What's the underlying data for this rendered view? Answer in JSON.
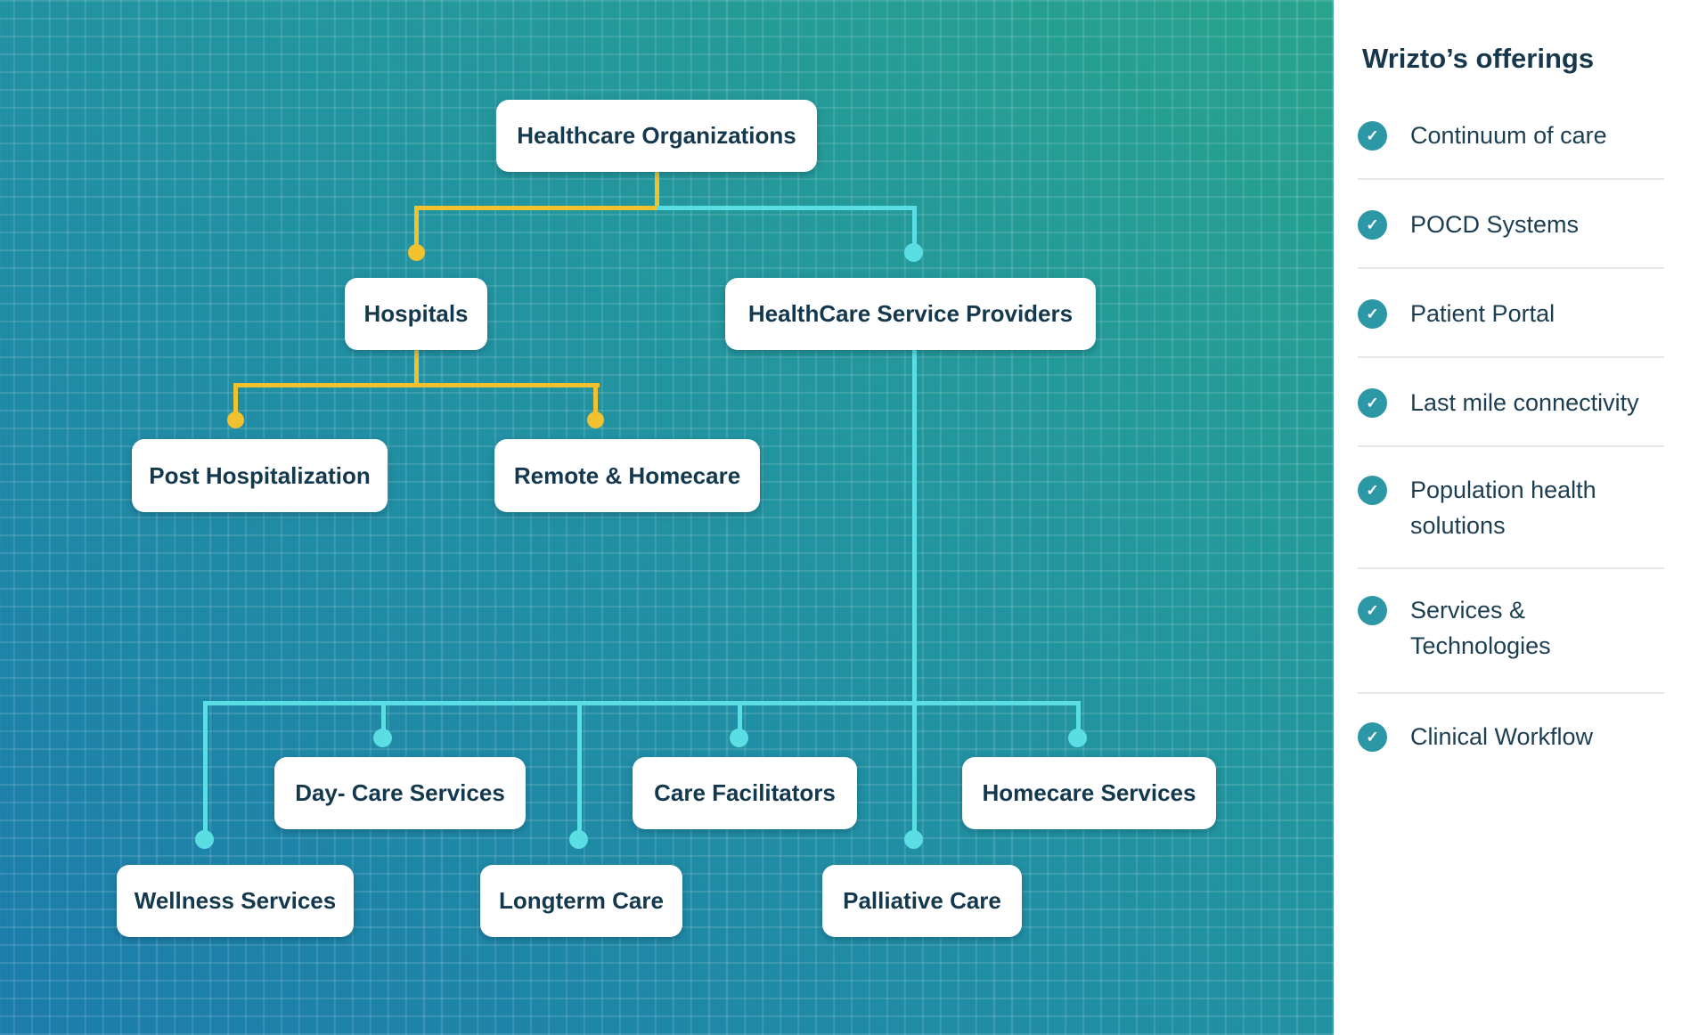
{
  "canvas": {
    "bg_gradient_bottom_left": "#1C7CAB",
    "bg_gradient_top_right": "#28A38E",
    "grid_color": "rgba(255,255,255,0.12)"
  },
  "org_chart": {
    "nodes": {
      "root": "Healthcare Organizations",
      "hospitals": "Hospitals",
      "providers": "HealthCare Service Providers",
      "post_hospitalization": "Post Hospitalization",
      "remote_homecare": "Remote & Homecare",
      "day_care": "Day- Care Services",
      "care_facilitators": "Care Facilitators",
      "homecare_services": "Homecare Services",
      "wellness_services": "Wellness Services",
      "longterm_care": "Longterm Care",
      "palliative_care": "Palliative Care"
    },
    "hierarchy": [
      {
        "parent": "Healthcare Organizations",
        "child": "Hospitals",
        "branch_color": "#F1C12E"
      },
      {
        "parent": "Healthcare Organizations",
        "child": "HealthCare Service Providers",
        "branch_color": "#5ADEE4"
      },
      {
        "parent": "Hospitals",
        "child": "Post Hospitalization",
        "branch_color": "#F1C12E"
      },
      {
        "parent": "Hospitals",
        "child": "Remote & Homecare",
        "branch_color": "#F1C12E"
      },
      {
        "parent": "HealthCare Service Providers",
        "child": "Wellness Services",
        "branch_color": "#5ADEE4"
      },
      {
        "parent": "HealthCare Service Providers",
        "child": "Day- Care Services",
        "branch_color": "#5ADEE4"
      },
      {
        "parent": "HealthCare Service Providers",
        "child": "Longterm Care",
        "branch_color": "#5ADEE4"
      },
      {
        "parent": "HealthCare Service Providers",
        "child": "Care Facilitators",
        "branch_color": "#5ADEE4"
      },
      {
        "parent": "HealthCare Service Providers",
        "child": "Palliative Care",
        "branch_color": "#5ADEE4"
      },
      {
        "parent": "HealthCare Service Providers",
        "child": "Homecare Services",
        "branch_color": "#5ADEE4"
      }
    ],
    "colors": {
      "hospitals_branch": "#F1C12E",
      "providers_branch": "#5ADEE4",
      "node_text": "#14394E"
    }
  },
  "sidebar": {
    "title": "Wrizto’s offerings",
    "check_glyph": "✓",
    "check_color": "#2C97A5",
    "items": [
      {
        "label": "Continuum of care"
      },
      {
        "label": "POCD Systems"
      },
      {
        "label": "Patient Portal"
      },
      {
        "label": "Last mile connectivity"
      },
      {
        "label": "Population health\nsolutions"
      },
      {
        "label": "Services &\nTechnologies"
      },
      {
        "label": "Clinical Workflow"
      }
    ]
  }
}
